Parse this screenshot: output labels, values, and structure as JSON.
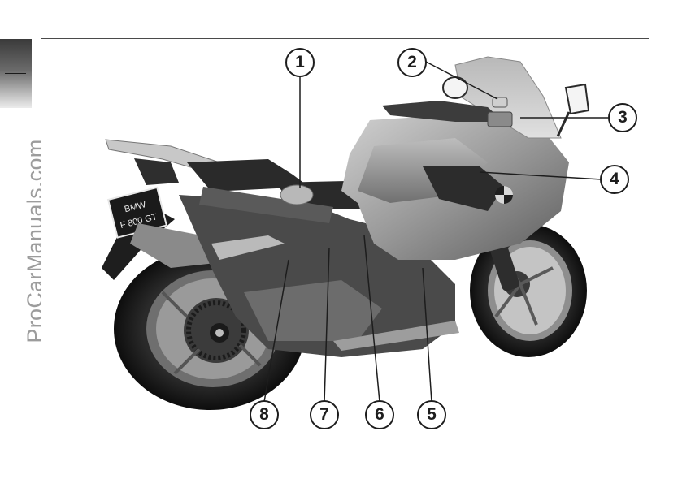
{
  "watermark": "ProCarManuals.com",
  "license_plate": {
    "line1": "BMW",
    "line2": "F 800 GT"
  },
  "callouts": [
    "1",
    "2",
    "3",
    "4",
    "5",
    "6",
    "7",
    "8"
  ]
}
